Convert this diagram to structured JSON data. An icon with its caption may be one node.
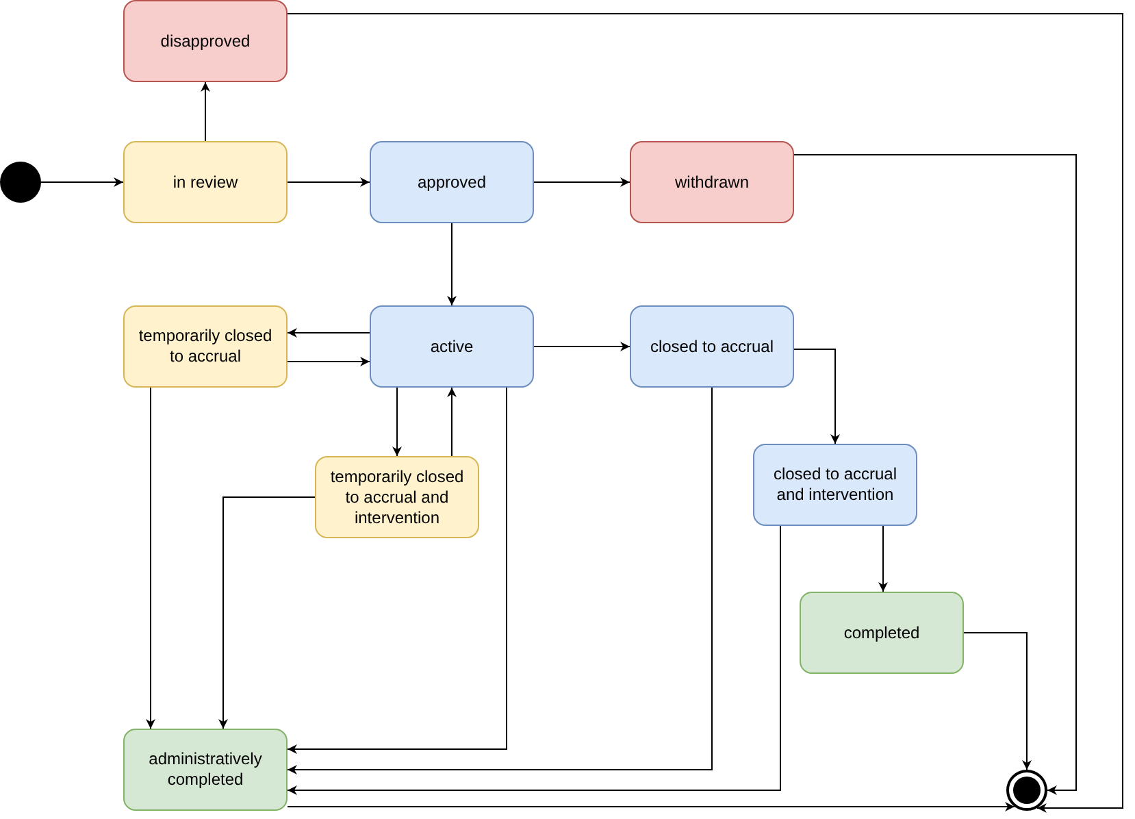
{
  "diagram": {
    "nodes": [
      {
        "text": [],
        "shape": "circle"
      },
      {
        "text": [
          "disapproved"
        ]
      },
      {
        "text": [
          "in review"
        ]
      },
      {
        "text": [
          "approved"
        ]
      },
      {
        "text": [
          "withdrawn"
        ]
      },
      {
        "text": [
          "temporarily closed to accrual"
        ]
      },
      {
        "text": [
          "active"
        ]
      },
      {
        "text": [
          "closed to accrual"
        ]
      },
      {
        "text": [
          "temporarily closed to accrual and intervention"
        ]
      },
      {
        "text": [
          "closed to accrual and intervention"
        ]
      },
      {
        "text": [
          "completed"
        ]
      },
      {
        "text": [
          "administratively completed"
        ]
      },
      {
        "text": [],
        "shape": "bullseye"
      }
    ],
    "edges": [
      {
        "from": 0,
        "to": 2,
        "arrow": "to"
      },
      {
        "from": 2,
        "to": 1,
        "arrow": "to"
      },
      {
        "from": 2,
        "to": 3,
        "arrow": "to"
      },
      {
        "from": 3,
        "to": 4,
        "arrow": "to"
      },
      {
        "from": 3,
        "to": 6,
        "arrow": "to"
      },
      {
        "from": 6,
        "to": 5,
        "arrow": "to"
      },
      {
        "from": 5,
        "to": 6,
        "arrow": "to"
      },
      {
        "from": 6,
        "to": 8,
        "arrow": "to"
      },
      {
        "from": 8,
        "to": 6,
        "arrow": "to"
      },
      {
        "from": 6,
        "to": 7,
        "arrow": "to"
      },
      {
        "from": 7,
        "to": 9,
        "arrow": "to"
      },
      {
        "from": 9,
        "to": 10,
        "arrow": "to"
      },
      {
        "from": 10,
        "to": 12,
        "arrow": "to"
      },
      {
        "from": 1,
        "to": 12,
        "arrow": "to"
      },
      {
        "from": 4,
        "to": 12,
        "arrow": "to"
      },
      {
        "from": 5,
        "to": 11,
        "arrow": "to"
      },
      {
        "from": 8,
        "to": 11,
        "arrow": "to"
      },
      {
        "from": 6,
        "to": 11,
        "arrow": "to"
      },
      {
        "from": 7,
        "to": 11,
        "arrow": "to"
      },
      {
        "from": 9,
        "to": 11,
        "arrow": "to"
      },
      {
        "from": 11,
        "to": 12,
        "arrow": "to"
      }
    ]
  }
}
